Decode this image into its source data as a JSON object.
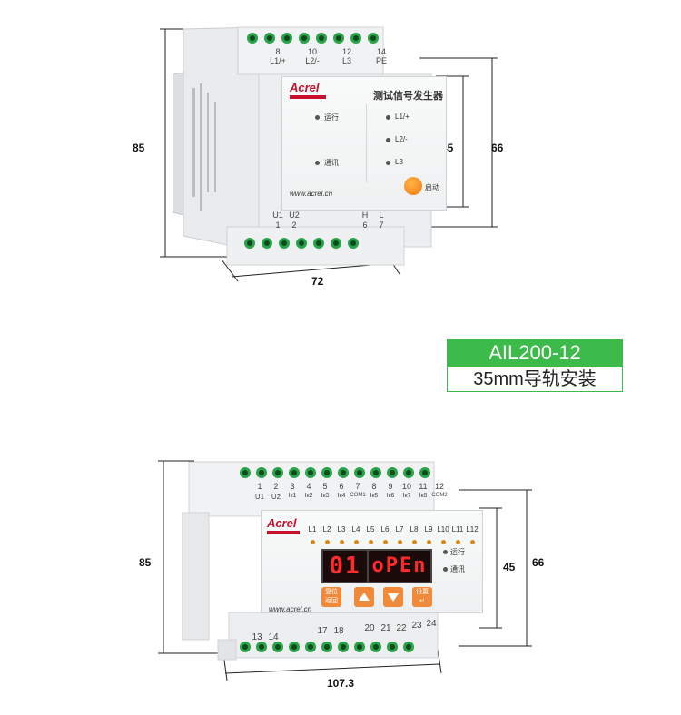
{
  "product": {
    "model": "AIL200-12",
    "mount": "35mm导轨安装",
    "accent": "#3dbb4a"
  },
  "device1": {
    "height": "85",
    "panel_height": "45",
    "depth": "66",
    "width": "72",
    "brand": "Acrel",
    "title": "测试信号发生器",
    "website": "www.acrel.cn",
    "status_run": "运行",
    "status_comm": "通讯",
    "line_l1": "L1/+",
    "line_l2": "L2/-",
    "line_l3": "L3",
    "start_label": "启动",
    "top_terminals": [
      {
        "num": "8",
        "label": "L1/+"
      },
      {
        "num": "10",
        "label": "L2/-"
      },
      {
        "num": "12",
        "label": "L3"
      },
      {
        "num": "14",
        "label": "PE"
      }
    ],
    "bottom_terminals": [
      {
        "top": "U1",
        "num": "1"
      },
      {
        "top": "U2",
        "num": "2"
      },
      {
        "top": "H",
        "num": "6"
      },
      {
        "top": "L",
        "num": "7"
      }
    ]
  },
  "device2": {
    "height": "85",
    "panel_height": "45",
    "depth": "66",
    "width": "107.3",
    "brand": "Acrel",
    "website": "www.acrel.cn",
    "display_left": "01",
    "display_right": "oPEn",
    "status_run": "运行",
    "status_comm": "通讯",
    "btn_left": "复位\n返回",
    "btn_right": "设置\n↵",
    "led_labels": [
      "L1",
      "L2",
      "L3",
      "L4",
      "L5",
      "L6",
      "L7",
      "L8",
      "L9",
      "L10",
      "L11",
      "L12"
    ],
    "top_nums": [
      "1",
      "2",
      "3",
      "4",
      "5",
      "6",
      "7",
      "8",
      "9",
      "10",
      "11",
      "12"
    ],
    "top_labels": [
      "U1",
      "U2",
      "Iк1",
      "Iк2",
      "Iк3",
      "Iк4",
      "COM1",
      "Iк5",
      "Iк6",
      "Iк7",
      "Iк8",
      "COM2"
    ],
    "bottom_nums": [
      "13",
      "14",
      "17",
      "18",
      "20",
      "21",
      "22",
      "23",
      "24"
    ]
  }
}
